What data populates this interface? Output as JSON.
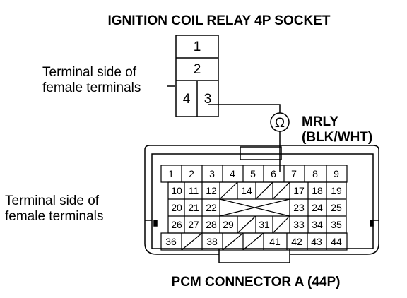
{
  "socket": {
    "title": "IGNITION COIL RELAY 4P SOCKET",
    "label_line1": "Terminal side of",
    "label_line2": "female terminals",
    "pins": [
      "1",
      "2",
      "4",
      "3"
    ]
  },
  "meter": {
    "symbol": "Ω",
    "name": "MRLY",
    "wire": "(BLK/WHT)"
  },
  "connector": {
    "title": "PCM CONNECTOR A (44P)",
    "label_line1": "Terminal side of",
    "label_line2": "female terminals",
    "row1": [
      "1",
      "2",
      "3",
      "4",
      "5",
      "6",
      "7",
      "8",
      "9"
    ],
    "row2": [
      "10",
      "11",
      "12",
      "14",
      "17",
      "18",
      "19"
    ],
    "row3": [
      "20",
      "21",
      "22",
      "23",
      "24",
      "25"
    ],
    "row4": [
      "26",
      "27",
      "28",
      "29",
      "31",
      "33",
      "34",
      "35"
    ],
    "row5": [
      "36",
      "38",
      "41",
      "42",
      "43",
      "44"
    ]
  }
}
